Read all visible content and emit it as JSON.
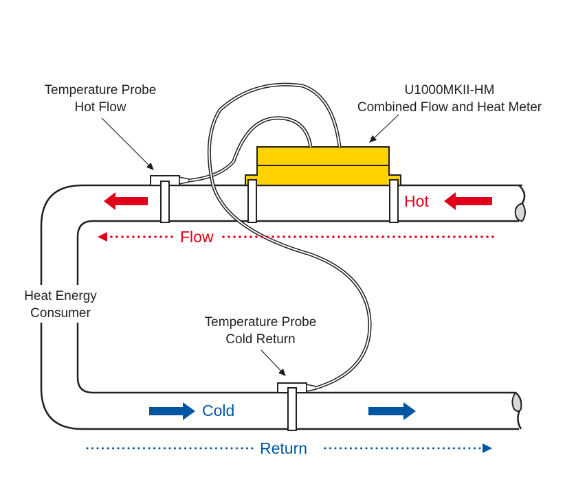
{
  "labels": {
    "probe_hot": [
      "Temperature Probe",
      "Hot Flow"
    ],
    "meter": [
      "U1000MKII-HM",
      "Combined Flow and Heat Meter"
    ],
    "consumer": [
      "Heat Energy",
      "Consumer"
    ],
    "probe_cold": [
      "Temperature Probe",
      "Cold Return"
    ],
    "hot": "Hot",
    "flow": "Flow",
    "cold": "Cold",
    "return": "Return"
  },
  "colors": {
    "hot": "#e2001a",
    "cold": "#0055a0",
    "meter": "#ffd200",
    "outline": "#231f20",
    "pipe_end": "#d9d9d9"
  }
}
